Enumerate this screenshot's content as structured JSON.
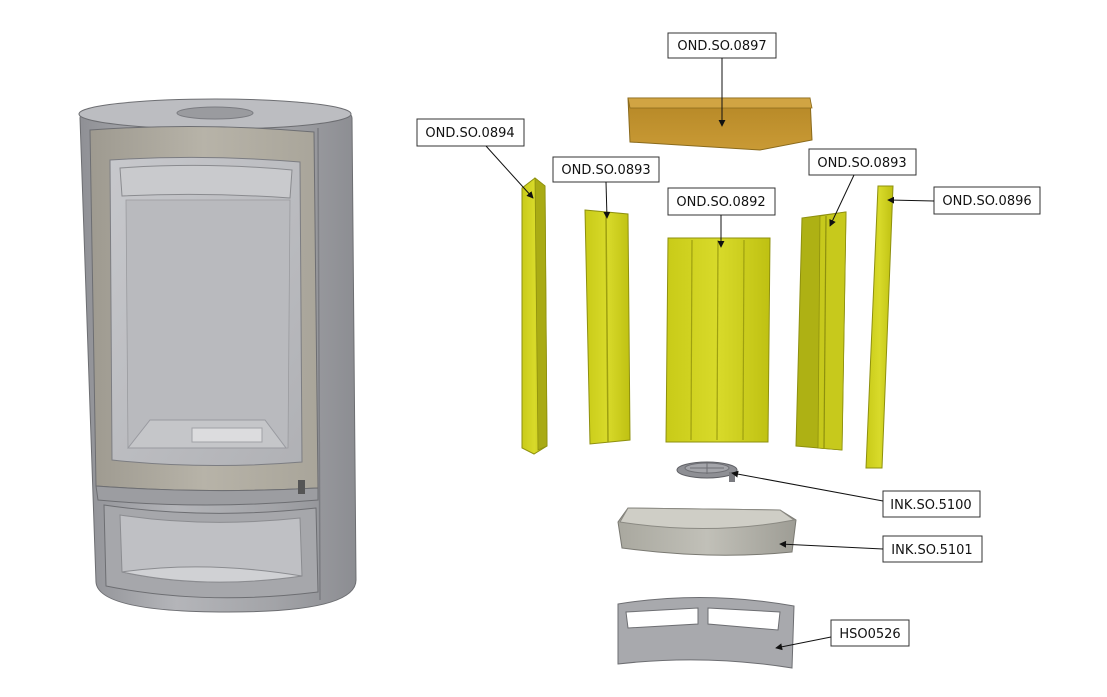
{
  "labels": {
    "ond_0897": "OND.SO.0897",
    "ond_0894": "OND.SO.0894",
    "ond_0893_left": "OND.SO.0893",
    "ond_0893_right": "OND.SO.0893",
    "ond_0892": "OND.SO.0892",
    "ond_0896": "OND.SO.0896",
    "ink_5100": "INK.SO.5100",
    "ink_5101": "INK.SO.5101",
    "hso_0526": "HSO0526"
  },
  "colors": {
    "stove_body": "#a9aaae",
    "stove_dark": "#7f8085",
    "door_frame": "#b1ada2",
    "brick_yellow": "#d0d21c",
    "brick_shadow": "#9ea010",
    "brick_highlight": "#e7e84a",
    "top_brick": "#c4942e",
    "top_brick_dark": "#a27318",
    "ash_tray": "#b5b4ab",
    "grate": "#8e8f94",
    "outline": "#6d6e72"
  }
}
